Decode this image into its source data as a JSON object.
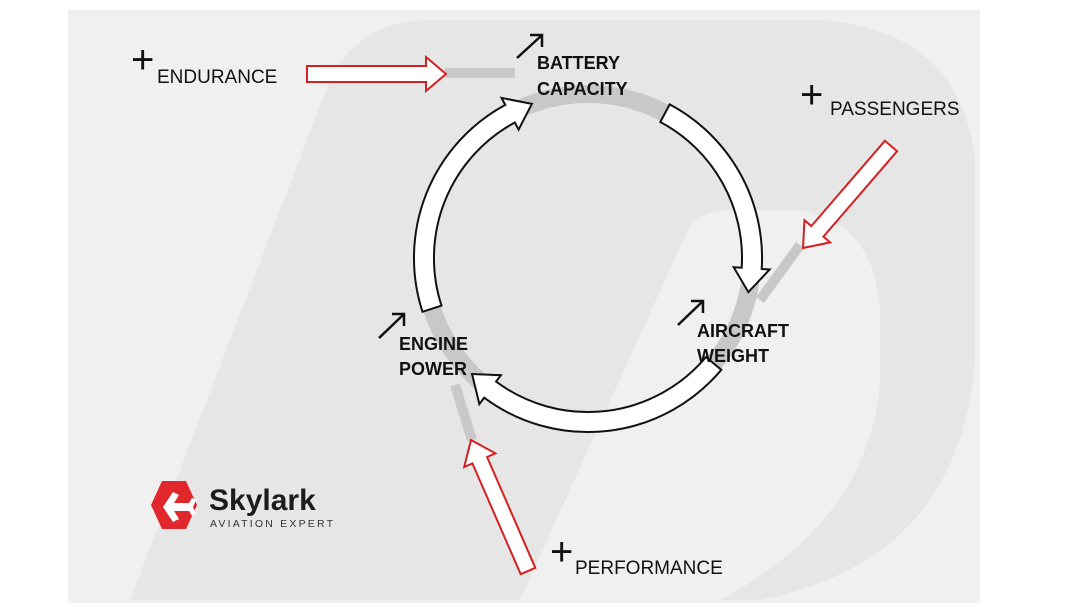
{
  "nodes": {
    "battery": {
      "line1": "BATTERY",
      "line2": "CAPACITY",
      "trend": "increase-arrow-icon"
    },
    "weight": {
      "line1": "AIRCRAFT",
      "line2": "WEIGHT",
      "trend": "increase-arrow-icon"
    },
    "engine": {
      "line1": "ENGINE",
      "line2": "POWER",
      "trend": "increase-arrow-icon"
    }
  },
  "factors": {
    "endurance": {
      "sign": "+",
      "label": "ENDURANCE"
    },
    "passengers": {
      "sign": "+",
      "label": "PASSENGERS"
    },
    "performance": {
      "sign": "+",
      "label": "PERFORMANCE"
    }
  },
  "brand": {
    "name": "Skylark",
    "tagline": "AVIATION EXPERT",
    "color": "#e0272c"
  },
  "colors": {
    "influence_arrow": "#d42020",
    "cycle_arrow_fill": "#ffffff",
    "background_panel": "#f0f0f0",
    "ring": "#c8c8c8"
  }
}
